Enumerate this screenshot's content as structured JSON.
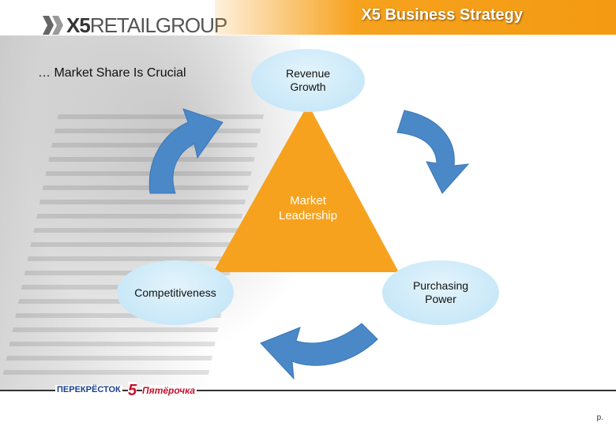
{
  "header": {
    "logo_prefix": "X5",
    "logo_text": "RETAILGROUP",
    "title": "X5 Business Strategy"
  },
  "subtitle": "… Market Share Is Crucial",
  "diagram": {
    "center": {
      "line1": "Market",
      "line2": "Leadership"
    },
    "nodes": {
      "top": {
        "line1": "Revenue",
        "line2": "Growth"
      },
      "left": {
        "line1": "Competitiveness"
      },
      "right": {
        "line1": "Purchasing",
        "line2": "Power"
      }
    },
    "colors": {
      "triangle": "#f7a21e",
      "arrow": "#4a88c8",
      "ellipse": "#c9e8f8",
      "title_bar": "#f7a21e"
    }
  },
  "footer": {
    "brand1": "ПЕРЕКРЁСТОК",
    "brand2_mark": "5",
    "brand2": "Пятёрочка",
    "page": "p."
  }
}
